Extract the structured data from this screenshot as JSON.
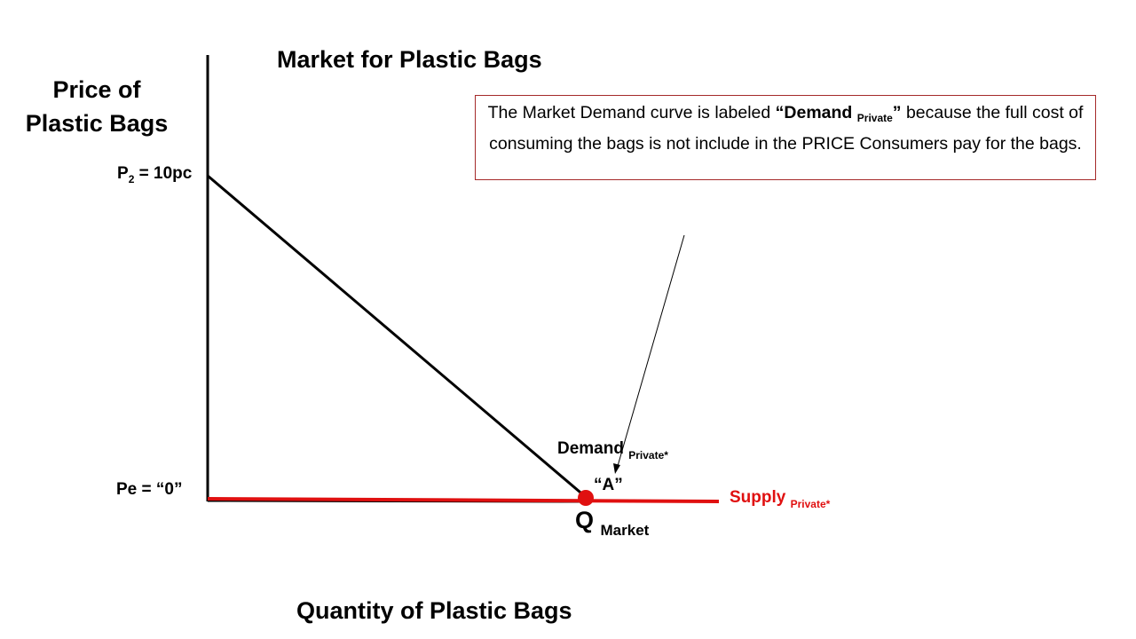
{
  "chart_data": {
    "type": "line",
    "title": "Market for Plastic Bags",
    "xlabel": "Quantity of Plastic Bags",
    "ylabel": "Price of Plastic Bags",
    "series": [
      {
        "name": "Demand Private*",
        "color": "#000000",
        "points": [
          [
            0,
            10
          ],
          [
            "Q Market",
            0
          ]
        ]
      },
      {
        "name": "Supply Private*",
        "color": "#e01010",
        "points": [
          [
            0,
            0
          ],
          [
            "beyond Q Market",
            0
          ]
        ]
      }
    ],
    "y_ticks": [
      "P2 = 10pc",
      "Pe = “0”"
    ],
    "annotations": [
      "“A”",
      "Q Market"
    ],
    "equilibrium_point": {
      "label": "“A”",
      "price": 0,
      "quantity": "Q Market",
      "color": "#e01010"
    }
  },
  "title": "Market for Plastic Bags",
  "axes": {
    "y_label_line1": "Price of",
    "y_label_line2": "Plastic Bags",
    "x_label": "Quantity of Plastic Bags"
  },
  "ticks": {
    "p2_main": "P",
    "p2_sub": "2",
    "p2_rest": " = 10pc",
    "pe": "Pe = “0”"
  },
  "note": {
    "part1": "The Market Demand curve is labeled ",
    "bold_main": "“Demand ",
    "bold_sub": "Private",
    "bold_end": "”",
    "part2": " because the full cost of consuming the bags is not include in the PRICE Consumers pay for the bags.",
    "border_color": "#a52a2a"
  },
  "labels": {
    "demand_main": "Demand ",
    "demand_sub": "Private*",
    "point_a": "“A”",
    "supply_main": "Supply ",
    "supply_sub": "Private*",
    "q_main": "Q ",
    "q_sub": "Market"
  },
  "colors": {
    "supply": "#e01010",
    "demand": "#000000",
    "point": "#e01010"
  }
}
